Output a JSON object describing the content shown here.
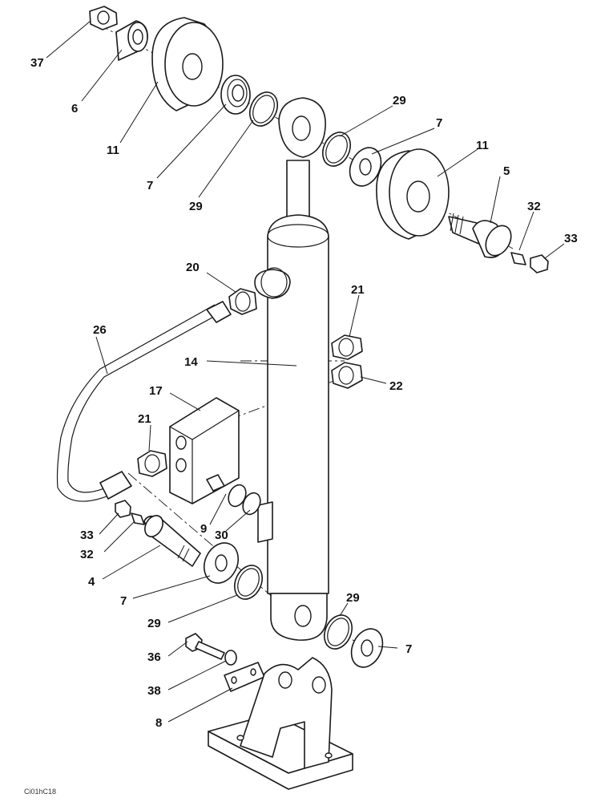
{
  "figure": {
    "drawing_code": "Ci01hC18"
  },
  "callouts": {
    "c37": "37",
    "c6": "6",
    "c11a": "11",
    "c7a": "7",
    "c29a": "29",
    "c29b": "29",
    "c7b": "7",
    "c11b": "11",
    "c5": "5",
    "c32a": "32",
    "c33a": "33",
    "c20": "20",
    "c26": "26",
    "c14": "14",
    "c21a": "21",
    "c22": "22",
    "c17": "17",
    "c21b": "21",
    "c33b": "33",
    "c32b": "32",
    "c9": "9",
    "c30": "30",
    "c4": "4",
    "c7c": "7",
    "c29c": "29",
    "c29d": "29",
    "c7d": "7",
    "c36": "36",
    "c38": "38",
    "c8": "8"
  }
}
